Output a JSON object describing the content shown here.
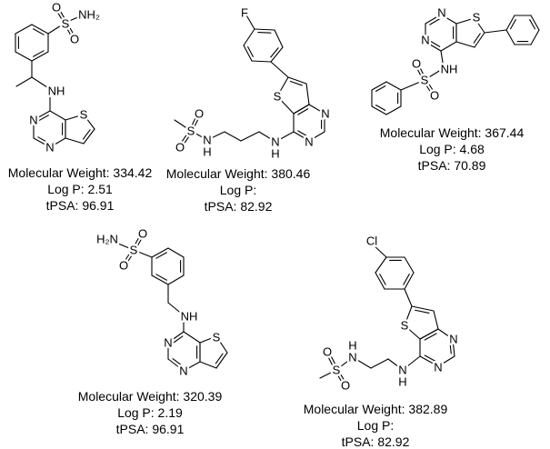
{
  "molecules": [
    {
      "name": "compound-1",
      "atoms": [
        "O",
        "S",
        "O",
        "NH₂",
        "NH",
        "N",
        "N",
        "S"
      ],
      "properties": {
        "mw": "Molecular Weight: 334.42",
        "logp": "Log P: 2.51",
        "tpsa": "tPSA: 96.91"
      }
    },
    {
      "name": "compound-2",
      "atoms": [
        "F",
        "S",
        "N",
        "N",
        "N",
        "H",
        "N",
        "H",
        "S",
        "O",
        "O"
      ],
      "properties": {
        "mw": "Molecular Weight: 380.46",
        "logp": "Log P:",
        "tpsa": "tPSA: 82.92"
      }
    },
    {
      "name": "compound-3",
      "atoms": [
        "N",
        "N",
        "S",
        "NH",
        "S",
        "O",
        "O"
      ],
      "properties": {
        "mw": "Molecular Weight: 367.44",
        "logp": "Log P: 4.68",
        "tpsa": "tPSA: 70.89"
      }
    },
    {
      "name": "compound-4",
      "atoms": [
        "H₂N",
        "S",
        "O",
        "O",
        "NH",
        "N",
        "N",
        "S"
      ],
      "properties": {
        "mw": "Molecular Weight: 320.39",
        "logp": "Log P: 2.19",
        "tpsa": "tPSA: 96.91"
      }
    },
    {
      "name": "compound-5",
      "atoms": [
        "Cl",
        "S",
        "N",
        "N",
        "N",
        "H",
        "N",
        "H",
        "S",
        "O",
        "O"
      ],
      "properties": {
        "mw": "Molecular Weight: 382.89",
        "logp": "Log P:",
        "tpsa": "tPSA: 82.92"
      }
    }
  ]
}
